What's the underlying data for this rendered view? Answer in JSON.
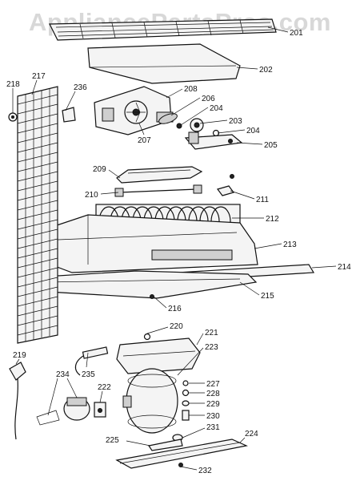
{
  "watermark": "AppliancePartsPros.com",
  "parts": {
    "p201": "201",
    "p202": "202",
    "p203": "203",
    "p204a": "204",
    "p204b": "204",
    "p205": "205",
    "p206": "206",
    "p207": "207",
    "p208": "208",
    "p209": "209",
    "p210": "210",
    "p211": "211",
    "p212": "212",
    "p213": "213",
    "p214": "214",
    "p215": "215",
    "p216": "216",
    "p217": "217",
    "p218": "218",
    "p219": "219",
    "p220": "220",
    "p221": "221",
    "p222": "222",
    "p223": "223",
    "p224": "224",
    "p225": "225",
    "p227": "227",
    "p228": "228",
    "p229": "229",
    "p230": "230",
    "p231": "231",
    "p232": "232",
    "p234": "234",
    "p235": "235",
    "p236": "236"
  }
}
